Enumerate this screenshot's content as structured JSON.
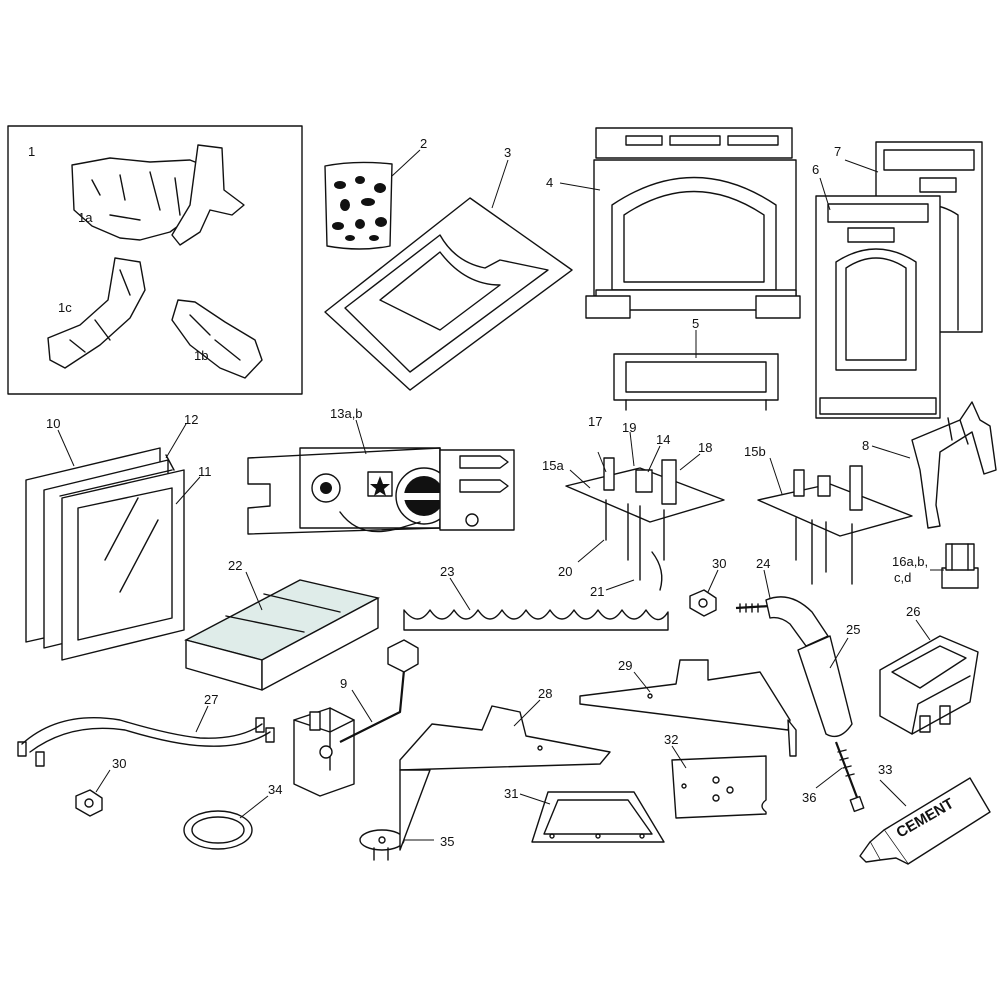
{
  "callouts": [
    {
      "id": "c1",
      "text": "1"
    },
    {
      "id": "c1a",
      "text": "1a"
    },
    {
      "id": "c1b",
      "text": "1b"
    },
    {
      "id": "c1c",
      "text": "1c"
    },
    {
      "id": "c2",
      "text": "2"
    },
    {
      "id": "c3",
      "text": "3"
    },
    {
      "id": "c4",
      "text": "4"
    },
    {
      "id": "c5",
      "text": "5"
    },
    {
      "id": "c6",
      "text": "6"
    },
    {
      "id": "c7",
      "text": "7"
    },
    {
      "id": "c8",
      "text": "8"
    },
    {
      "id": "c9",
      "text": "9"
    },
    {
      "id": "c10",
      "text": "10"
    },
    {
      "id": "c11",
      "text": "11"
    },
    {
      "id": "c12",
      "text": "12"
    },
    {
      "id": "c13",
      "text": "13a,b"
    },
    {
      "id": "c14",
      "text": "14"
    },
    {
      "id": "c15a",
      "text": "15a"
    },
    {
      "id": "c15b",
      "text": "15b"
    },
    {
      "id": "c16a",
      "text": "16a,b,"
    },
    {
      "id": "c16b",
      "text": "c,d"
    },
    {
      "id": "c17",
      "text": "17"
    },
    {
      "id": "c18",
      "text": "18"
    },
    {
      "id": "c19",
      "text": "19"
    },
    {
      "id": "c20",
      "text": "20"
    },
    {
      "id": "c21",
      "text": "21"
    },
    {
      "id": "c22",
      "text": "22"
    },
    {
      "id": "c23",
      "text": "23"
    },
    {
      "id": "c24",
      "text": "24"
    },
    {
      "id": "c25",
      "text": "25"
    },
    {
      "id": "c26",
      "text": "26"
    },
    {
      "id": "c27",
      "text": "27"
    },
    {
      "id": "c28",
      "text": "28"
    },
    {
      "id": "c29",
      "text": "29"
    },
    {
      "id": "c30a",
      "text": "30"
    },
    {
      "id": "c30b",
      "text": "30"
    },
    {
      "id": "c31",
      "text": "31"
    },
    {
      "id": "c32",
      "text": "32"
    },
    {
      "id": "c33",
      "text": "33"
    },
    {
      "id": "c34",
      "text": "34"
    },
    {
      "id": "c35",
      "text": "35"
    },
    {
      "id": "c36",
      "text": "36"
    }
  ],
  "cement_tube_label": "CEMENT"
}
